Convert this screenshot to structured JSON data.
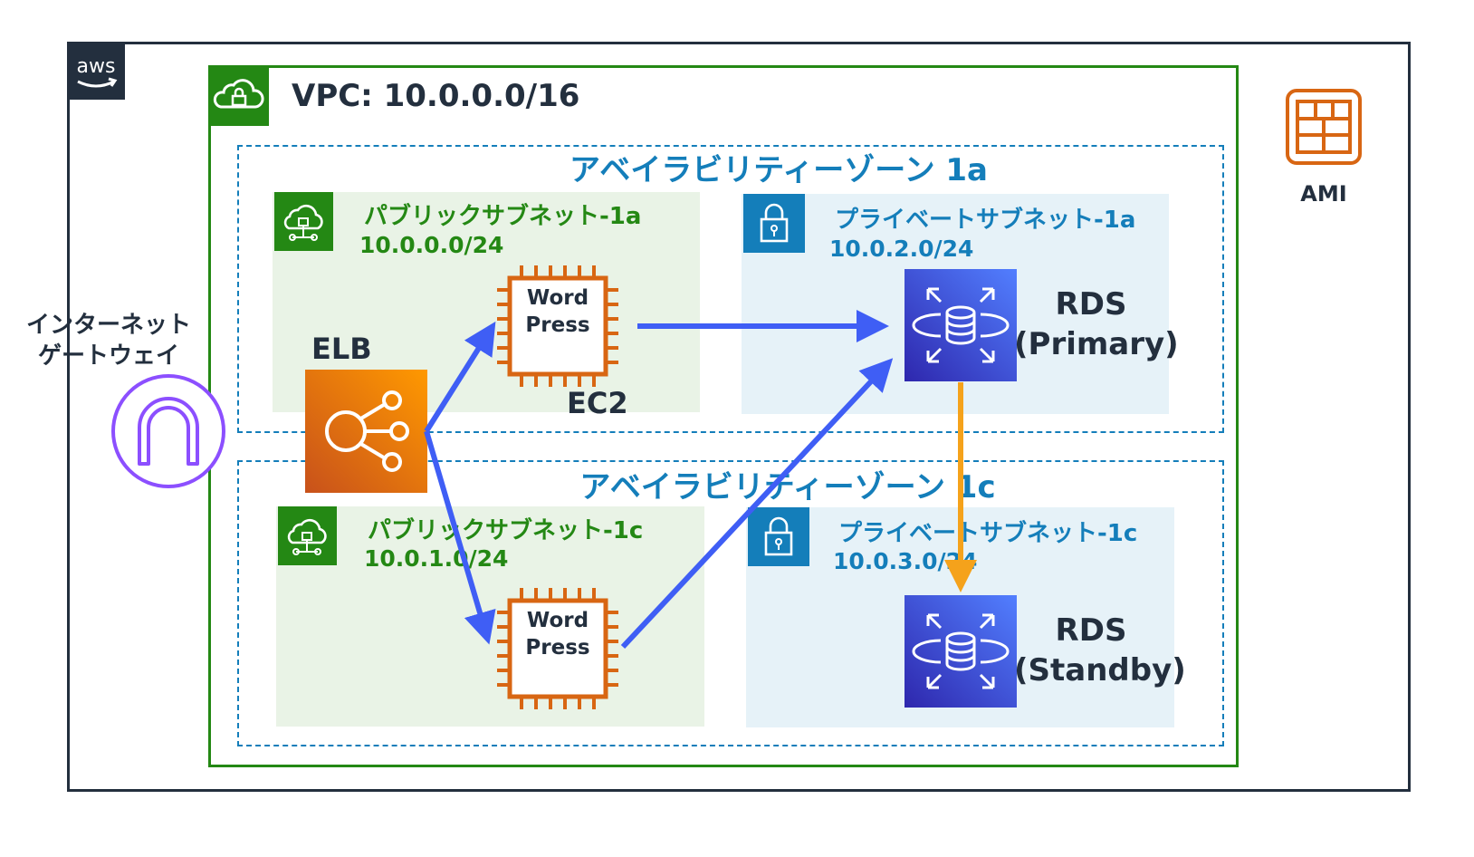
{
  "aws_logo": "aws",
  "vpc": {
    "title": "VPC: 10.0.0.0/16"
  },
  "availability_zones": [
    {
      "title": "アベイラビリティーゾーン 1a"
    },
    {
      "title": "アベイラビリティーゾーン 1c"
    }
  ],
  "subnets": {
    "public_1a": {
      "name": "パブリックサブネット-1a",
      "cidr": "10.0.0.0/24"
    },
    "private_1a": {
      "name": "プライベートサブネット-1a",
      "cidr": "10.0.2.0/24"
    },
    "public_1c": {
      "name": "パブリックサブネット-1c",
      "cidr": "10.0.1.0/24"
    },
    "private_1c": {
      "name": "プライベートサブネット-1c",
      "cidr": "10.0.3.0/24"
    }
  },
  "internet_gateway": {
    "label_line1": "インターネット",
    "label_line2": "ゲートウェイ"
  },
  "elb": {
    "label": "ELB"
  },
  "ec2": {
    "label": "EC2",
    "line1": "Word",
    "line2": "Press"
  },
  "rds_primary": {
    "line1": "RDS",
    "line2": "(Primary)"
  },
  "rds_standby": {
    "line1": "RDS",
    "line2": "(Standby)"
  },
  "ami": {
    "label": "AMI"
  },
  "colors": {
    "aws_dark": "#232f3e",
    "vpc_green": "#248814",
    "az_blue": "#147eba",
    "arrow_blue": "#3f5ef5",
    "arrow_orange": "#f5a21b",
    "ec2_orange": "#d86613",
    "igw_purple": "#8c4fff",
    "rds_indigo": "#2e27ad"
  },
  "icons": [
    "aws-logo-icon",
    "vpc-cloud-lock-icon",
    "subnet-cloud-icon",
    "subnet-lock-icon",
    "internet-gateway-icon",
    "elb-icon",
    "ec2-chip-icon",
    "rds-database-icon",
    "ami-icon"
  ]
}
